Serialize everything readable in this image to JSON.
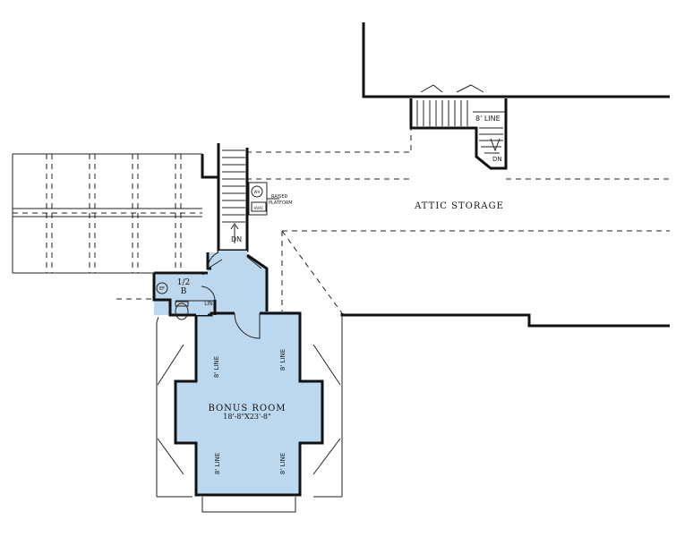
{
  "colors": {
    "room_fill": "#bcd8ee",
    "wall": "#111111",
    "line": "#222222",
    "background": "#ffffff"
  },
  "rooms": {
    "attic_storage": "ATTIC STORAGE",
    "bonus_room_name": "BONUS ROOM",
    "bonus_room_size": "18'-8\"X23'-8\"",
    "half_bath_top": "1/2",
    "half_bath_bottom": "B"
  },
  "notes": {
    "eight_line": "8' LINE",
    "line_vertical": "8' LINE",
    "lin": "LIN",
    "dn_main": "DN",
    "dn_attic": "DN",
    "raised_platform_1": "RAISED",
    "raised_platform_2": "PLATFORM",
    "wh": "WH",
    "hvac": "HVAC",
    "ef": "EF"
  }
}
